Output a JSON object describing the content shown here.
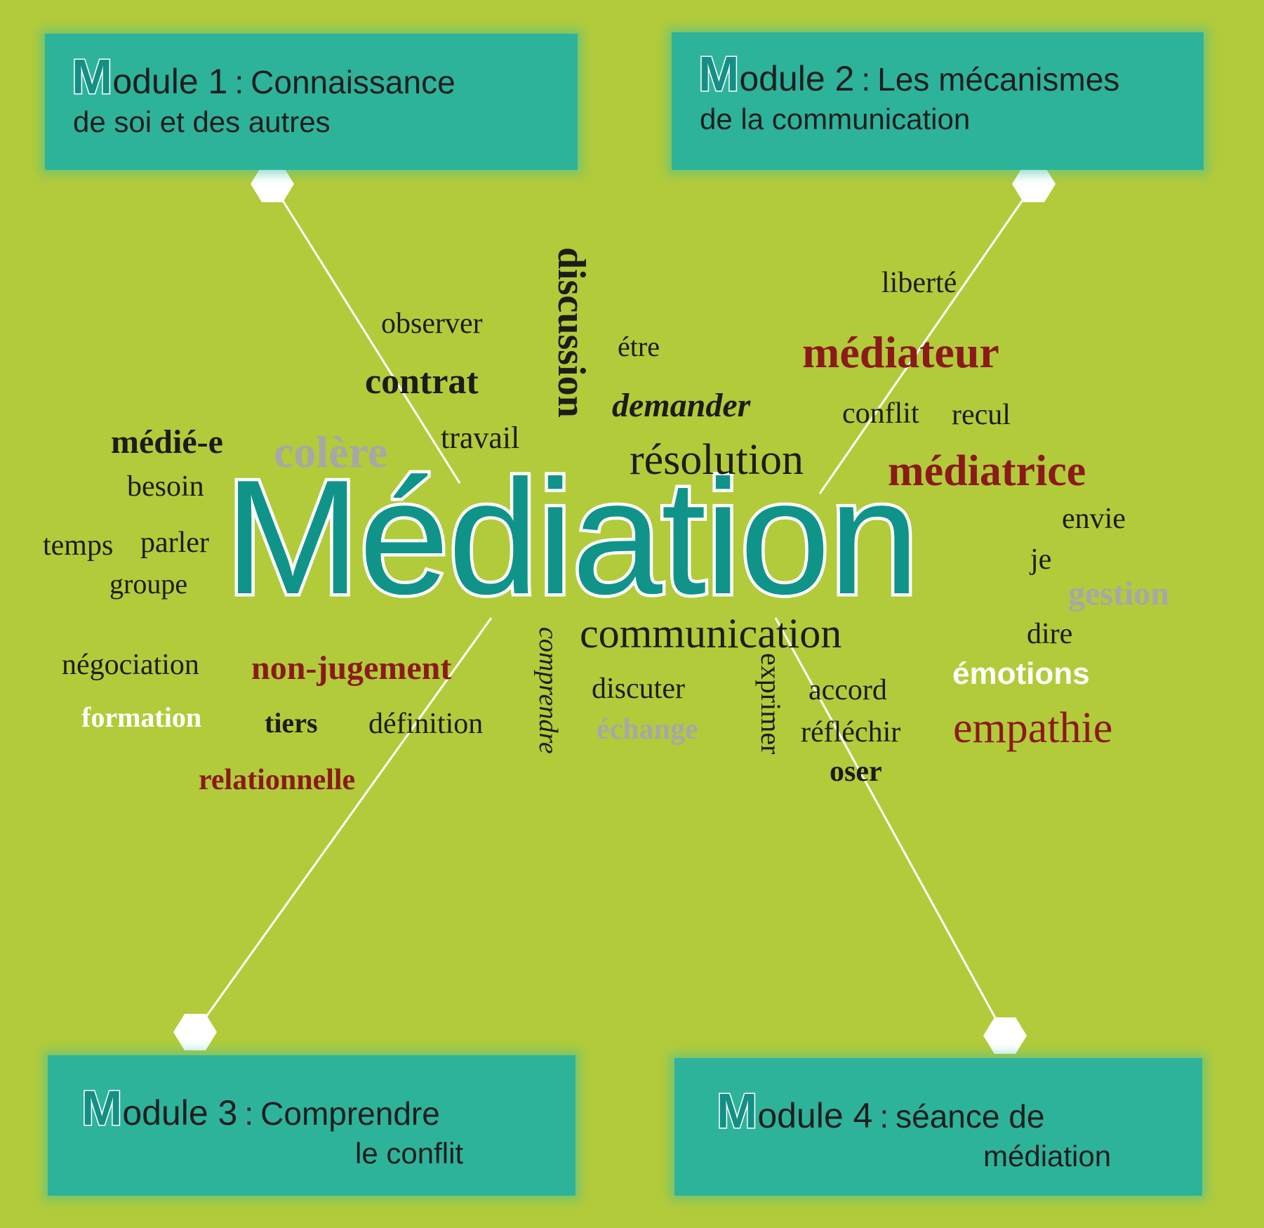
{
  "title": "Médiation",
  "modules": [
    {
      "letter": "M",
      "word": "odule 1",
      "colon": ":",
      "line1": "Connaissance",
      "line2": "de soi et des autres"
    },
    {
      "letter": "M",
      "word": "odule 2",
      "colon": ":",
      "line1": "Les mécanismes",
      "line2": "de la communication"
    },
    {
      "letter": "M",
      "word": "odule 3",
      "colon": ":",
      "line1": "Comprendre",
      "line2": "le conflit"
    },
    {
      "letter": "M",
      "word": "odule 4",
      "colon": ":",
      "line1": "séance de",
      "line2": "médiation"
    }
  ],
  "words": {
    "observer": "observer",
    "contrat": "contrat",
    "travail": "travail",
    "discussion": "discussion",
    "etre": "étre",
    "demander": "demander",
    "resolution": "résolution",
    "liberte": "liberté",
    "mediateur": "médiateur",
    "conflit": "conflit",
    "recul": "recul",
    "mediatrice": "médiatrice",
    "envie": "envie",
    "je": "je",
    "gestion": "gestion",
    "dire": "dire",
    "emotions": "émotions",
    "empathie": "empathie",
    "medie": "médié-e",
    "colere": "colère",
    "besoin": "besoin",
    "temps": "temps",
    "parler": "parler",
    "groupe": "groupe",
    "negociation": "négociation",
    "nonjugement": "non-jugement",
    "formation": "formation",
    "tiers": "tiers",
    "definition": "définition",
    "relationnelle": "relationnelle",
    "comprendre": "comprendre",
    "communication": "communication",
    "discuter": "discuter",
    "echange": "échange",
    "exprimer": "exprimer",
    "accord": "accord",
    "reflechir": "réfléchir",
    "oser": "oser"
  },
  "colors": {
    "background": "#b2cb3a",
    "module_box": "#2eb39b",
    "title": "#10948a",
    "dark_red": "#8b1a1a",
    "grey": "#a7a7a7",
    "connector": "#ffffff"
  }
}
